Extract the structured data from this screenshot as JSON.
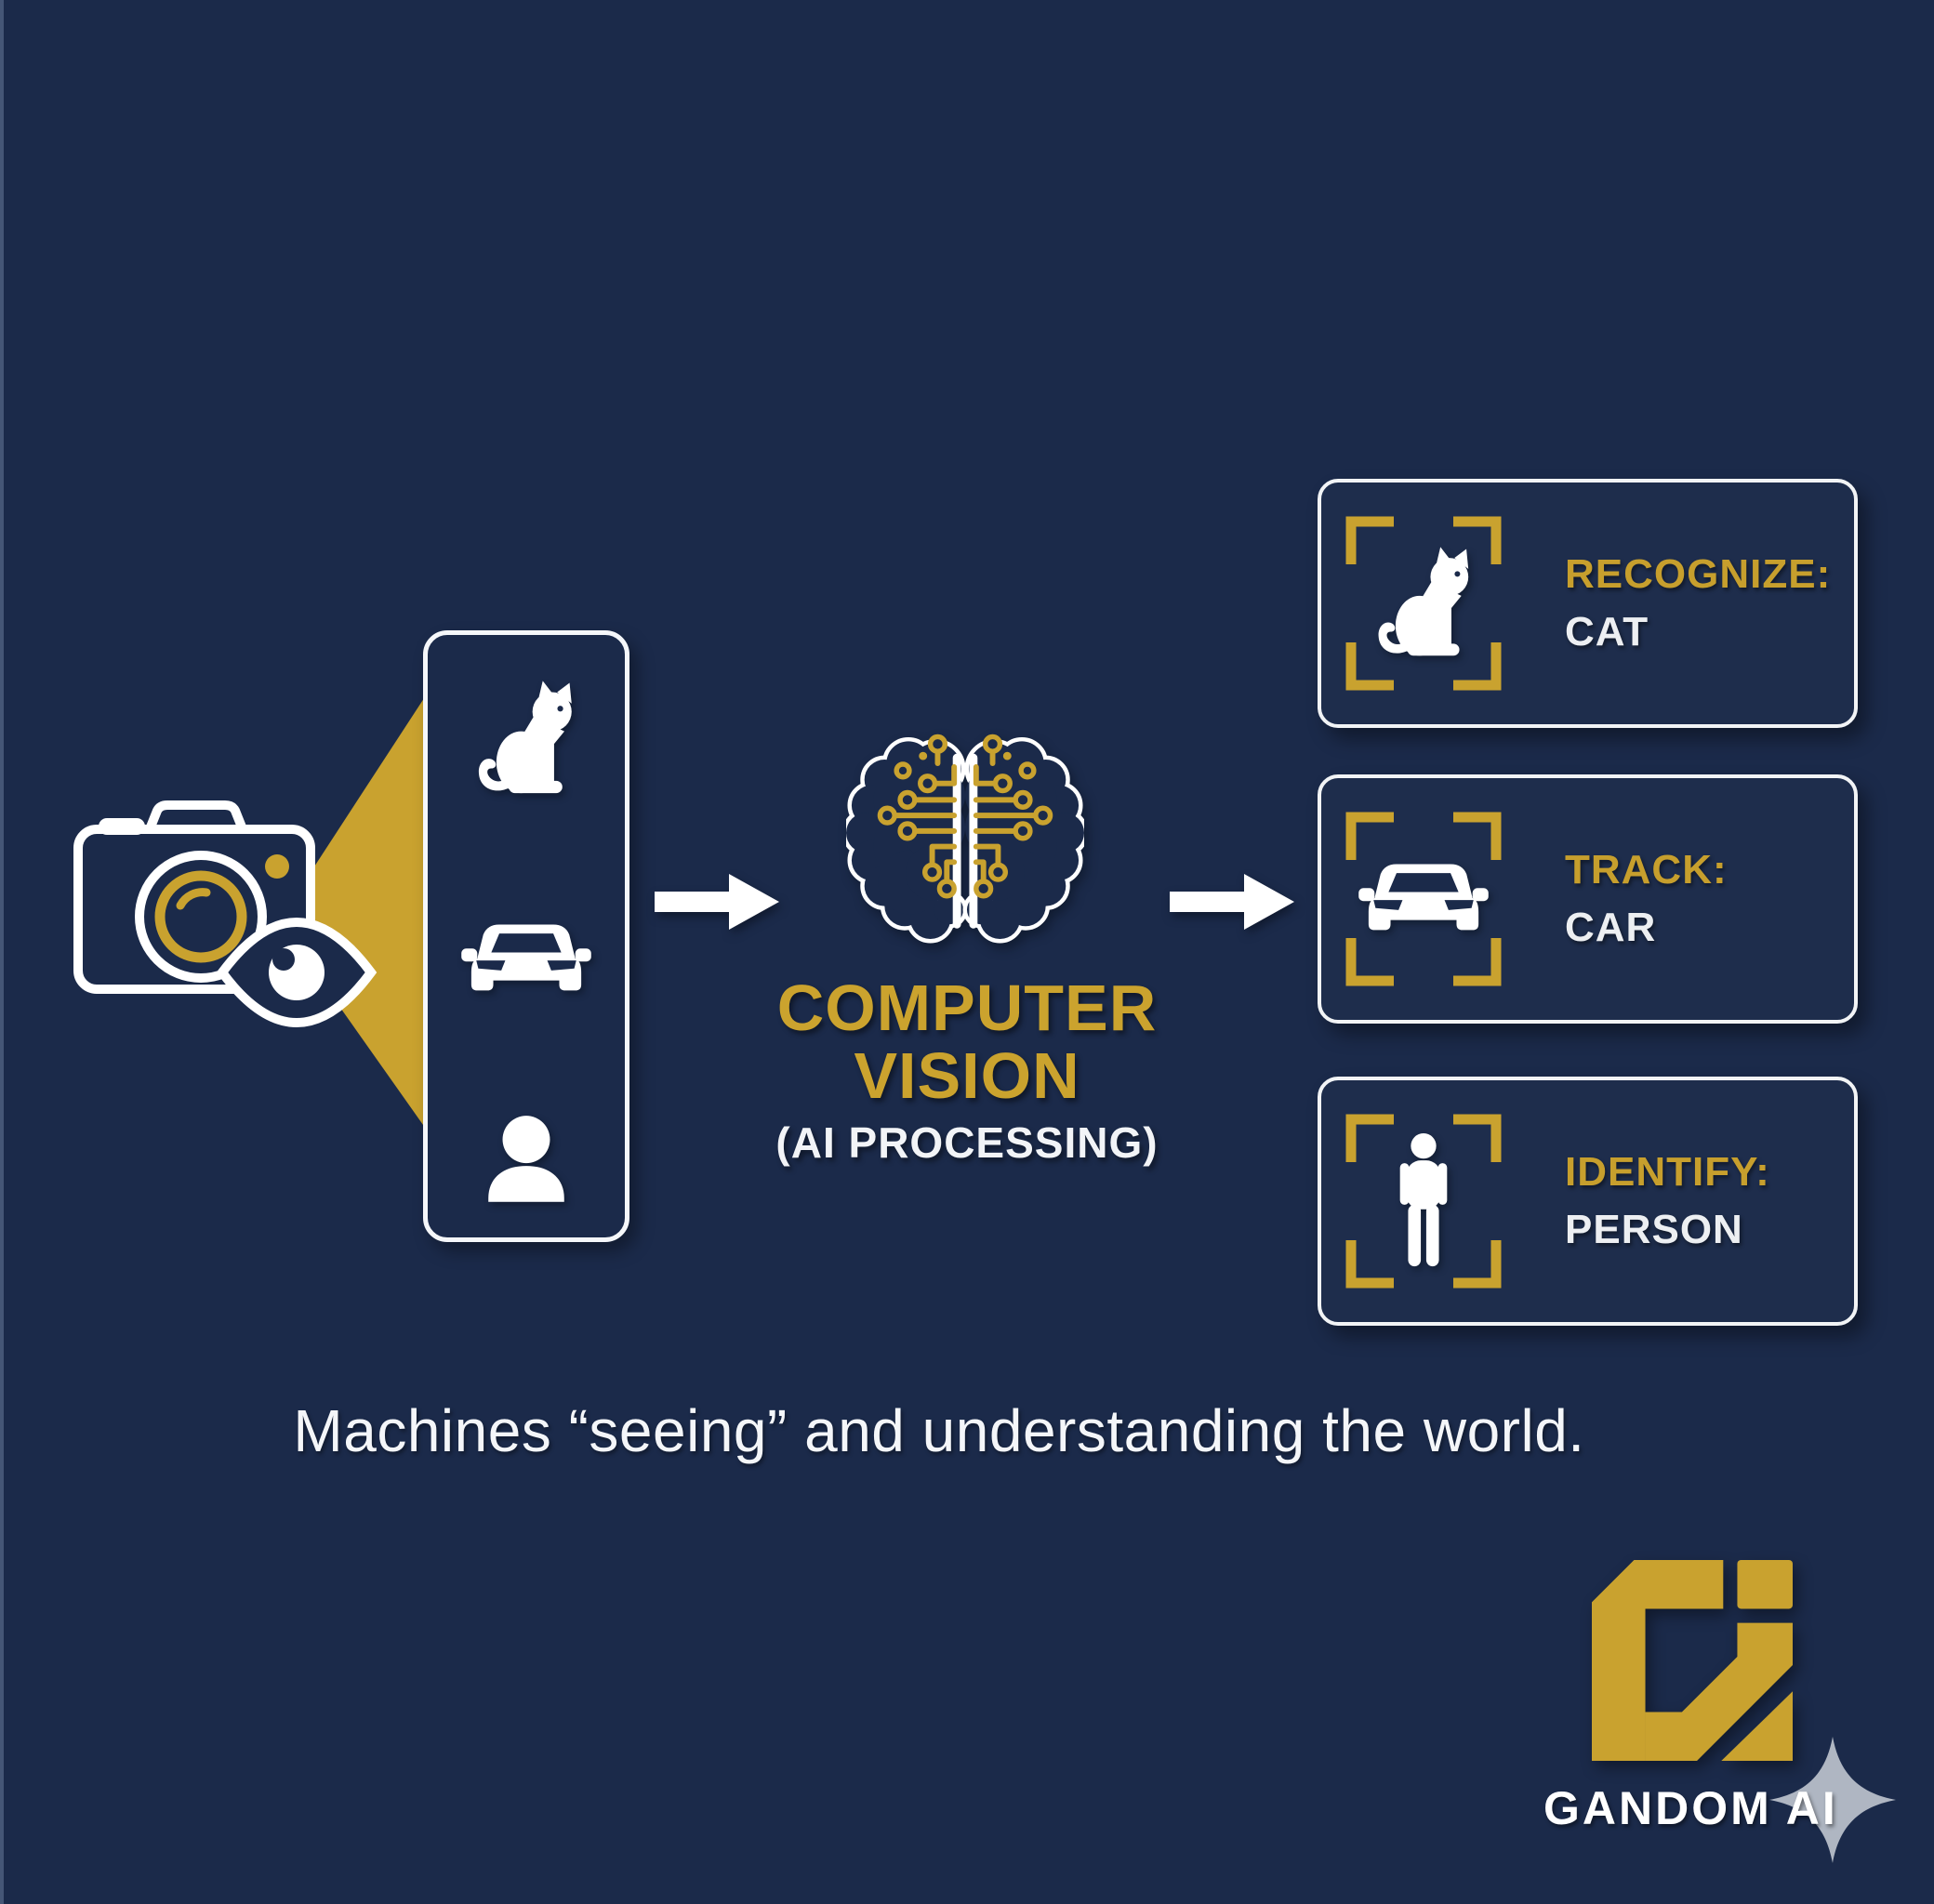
{
  "palette": {
    "background": "#1B2A4A",
    "gold": "#C9A22F",
    "gold_text": "#CBA32E",
    "white": "#FFFFFF",
    "star_gray": "#AFB6C2"
  },
  "pipeline": {
    "input": {
      "camera_icon": "camera-with-eye-icon",
      "panel_objects": [
        "cat",
        "car",
        "person"
      ]
    },
    "processing": {
      "brain_icon": "circuit-brain-icon",
      "title_line1": "COMPUTER",
      "title_line2": "VISION",
      "subtitle": "(AI PROCESSING)"
    },
    "outputs": [
      {
        "action": "RECOGNIZE:",
        "object": "CAT",
        "icon": "cat-icon"
      },
      {
        "action": "TRACK:",
        "object": "CAR",
        "icon": "car-icon"
      },
      {
        "action": "IDENTIFY:",
        "object": "PERSON",
        "icon": "person-icon"
      }
    ]
  },
  "caption": {
    "text": "Machines “seeing” and understanding the world."
  },
  "brand": {
    "name": "GANDOM AI",
    "logo_icon": "gandom-g-mark",
    "sparkle_icon": "four-point-star"
  }
}
